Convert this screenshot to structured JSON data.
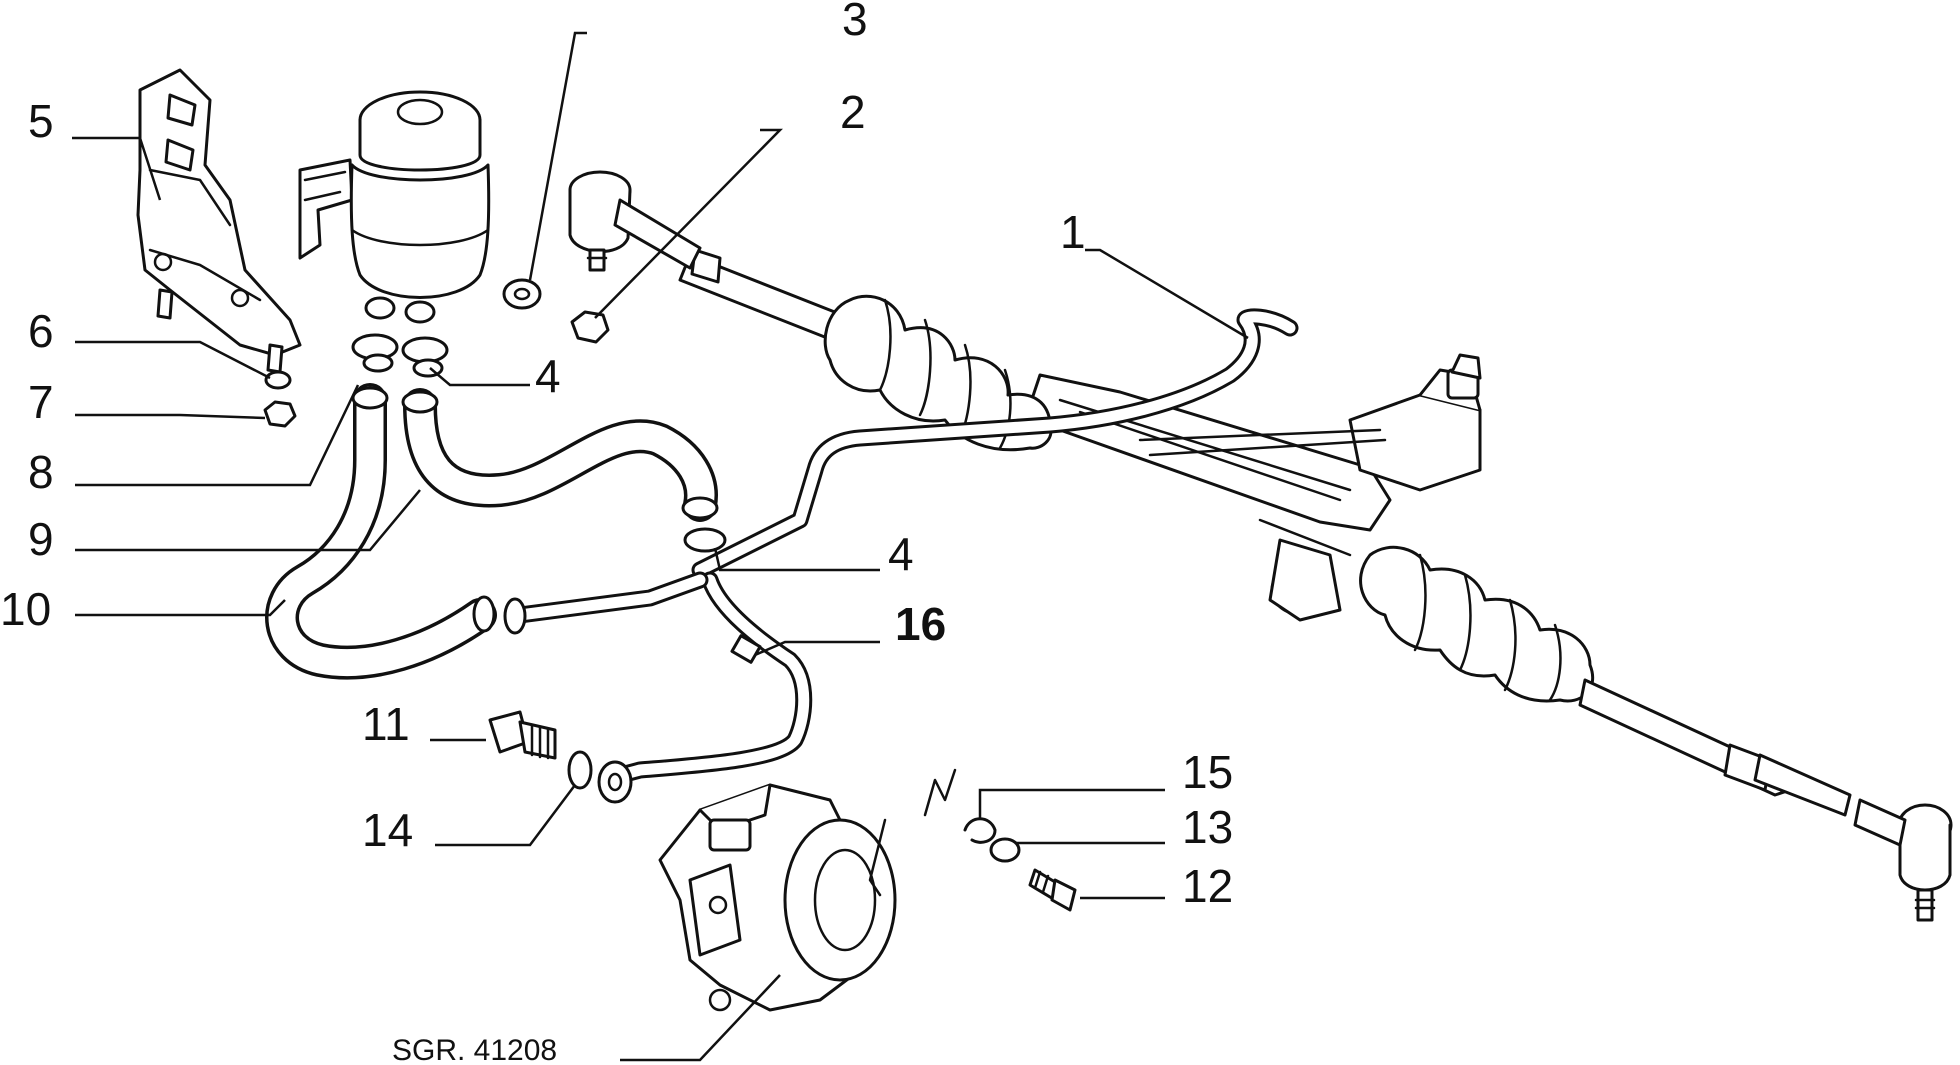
{
  "callouts": {
    "c1": "1",
    "c2": "2",
    "c3": "3",
    "c4a": "4",
    "c4b": "4",
    "c5": "5",
    "c6": "6",
    "c7": "7",
    "c8": "8",
    "c9": "9",
    "c10": "10",
    "c11": "11",
    "c12": "12",
    "c13": "13",
    "c14": "14",
    "c15": "15",
    "c16": "16"
  },
  "reference": "SGR. 41208",
  "icons": [
    "steering-rack-icon",
    "reservoir-icon",
    "bracket-icon",
    "pump-icon",
    "hose-icon",
    "clamp-icon",
    "bolt-icon",
    "nut-icon",
    "washer-icon"
  ],
  "colors": {
    "line": "#111111",
    "background": "#ffffff"
  }
}
